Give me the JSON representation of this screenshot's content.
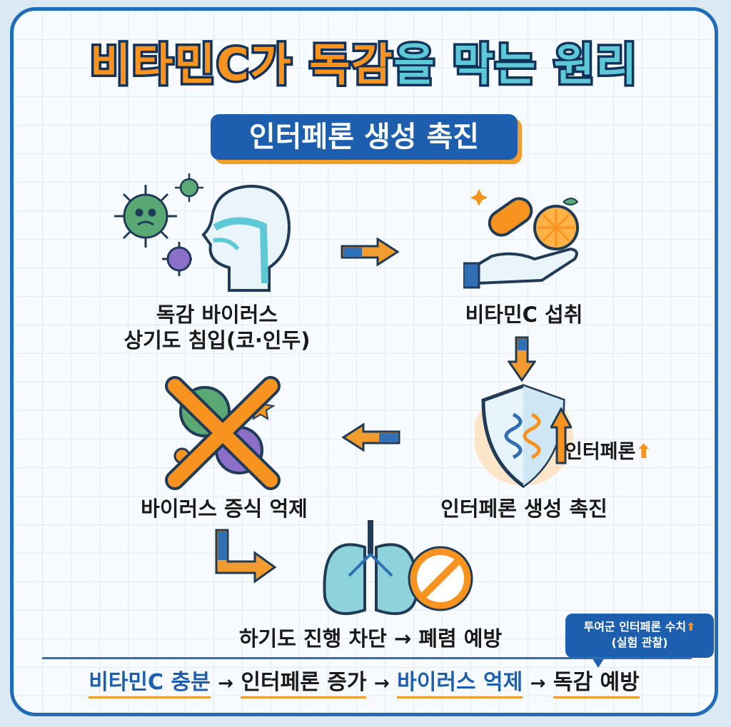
{
  "title": {
    "part1": "비타민C가 ",
    "part2": "독감",
    "part3": "을 막는 원리"
  },
  "subtitle": "인터페론 생성 촉진",
  "steps": {
    "step1_line1": "독감 바이러스",
    "step1_line2": "상기도 침입(코·인두)",
    "step2": "비타민C 섭취",
    "step3": "인터페론 생성 촉진",
    "step3_badge": "인터페론",
    "step4": "바이러스 증식 억제",
    "result": "하기도 진행 차단 → 폐렴 예방"
  },
  "callout": {
    "line1": "투여군 인터페론 수치",
    "line2": "(실험 관찰)"
  },
  "summary": {
    "item1": "비타민C 충분",
    "item2": "인터페론 증가",
    "item3": "바이러스 억제",
    "item4": "독감 예방",
    "arrow": "→"
  },
  "colors": {
    "navy": "#1d5fae",
    "orange": "#f7931e",
    "teal": "#5ec9d6",
    "border": "#1f6db8"
  },
  "icons": [
    "virus-icon",
    "head-profile-icon",
    "hand-pill-orange-icon",
    "shield-dna-icon",
    "virus-cross-icon",
    "lungs-icon",
    "prohibited-icon",
    "arrow-up-icon"
  ]
}
